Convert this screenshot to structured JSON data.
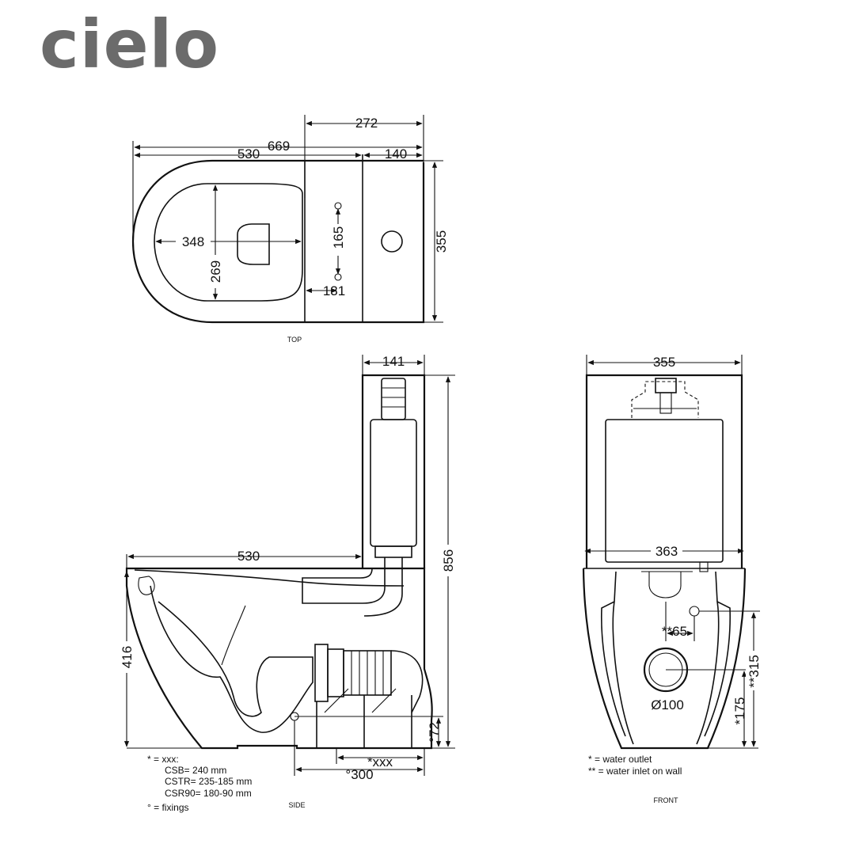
{
  "brand": {
    "logo_text": "cielo"
  },
  "views": {
    "top": {
      "caption": "TOP",
      "dims": {
        "d272": "272",
        "d669": "669",
        "d530": "530",
        "d140": "140",
        "d355": "355",
        "d348": "348",
        "d269": "269",
        "d165": "165",
        "d131": "131"
      }
    },
    "side": {
      "caption": "SIDE",
      "dims": {
        "d141": "141",
        "d856": "856",
        "d530": "530",
        "d416": "416",
        "d72": "°72",
        "dxxx": "*xxx",
        "d300": "°300"
      },
      "notes": [
        "* = xxx:",
        "CSB= 240 mm",
        "CSTR= 235-185 mm",
        "CSR90=  180-90 mm",
        "° = fixings"
      ]
    },
    "front": {
      "caption": "FRONT",
      "dims": {
        "d355": "355",
        "d363": "363",
        "d65": "**65",
        "d100": "Ø100",
        "d175": "*175",
        "d315": "**315"
      },
      "notes": [
        "* = water outlet",
        "** = water inlet on wall"
      ]
    }
  }
}
